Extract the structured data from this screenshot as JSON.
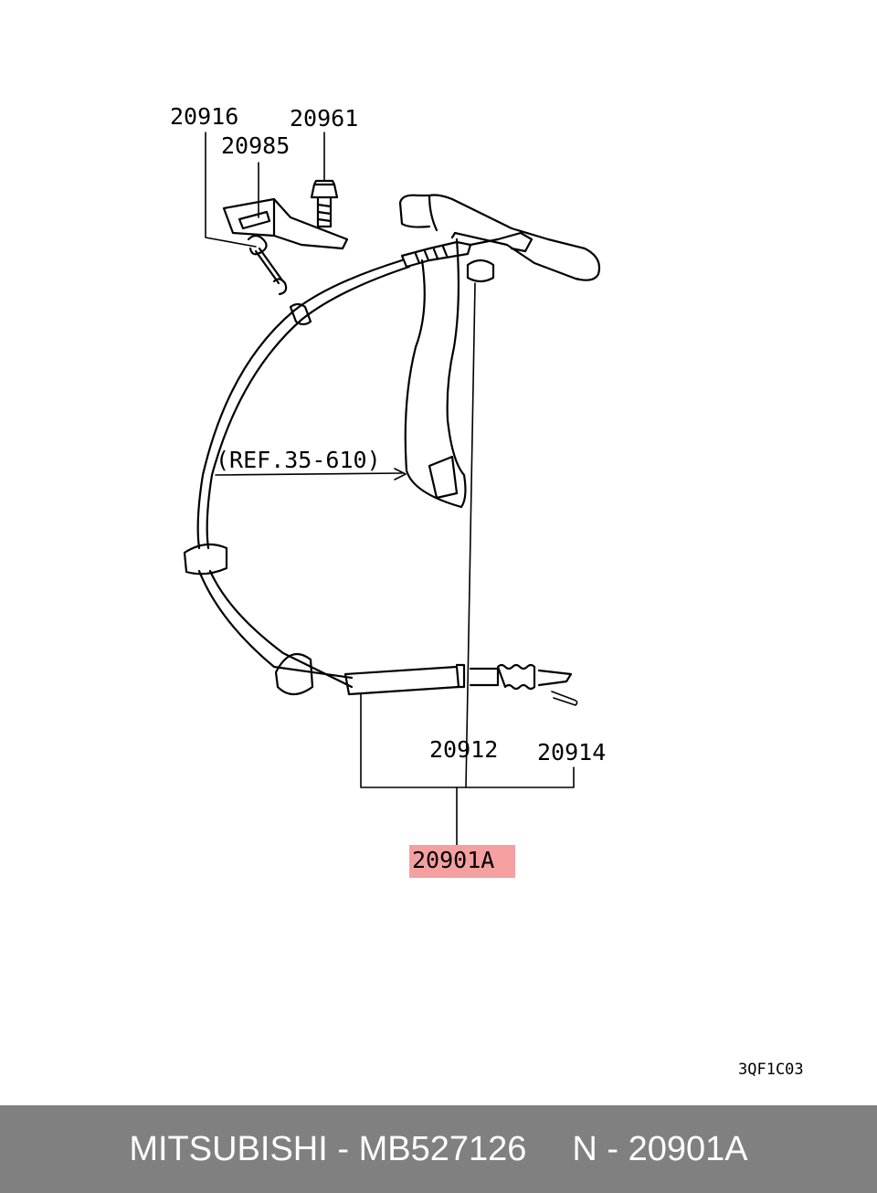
{
  "diagram": {
    "callouts": {
      "p20916": "20916",
      "p20961": "20961",
      "p20985": "20985",
      "p20912": "20912",
      "p20914": "20914",
      "p20901a": "20901A"
    },
    "reference": "(REF.35-610)",
    "figure_code": "3QF1C03",
    "highlight_color": "#f4a0a0"
  },
  "footer": {
    "brand": "MITSUBISHI",
    "sep1": " - ",
    "part_number": "MB527126",
    "prefix": "N",
    "sep2": " - ",
    "ref_number": "20901A",
    "background": "#808080"
  }
}
